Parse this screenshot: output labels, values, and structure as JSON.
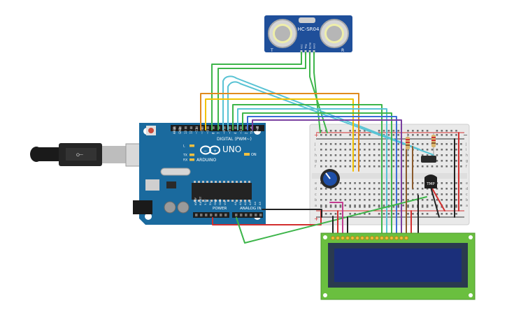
{
  "sensor": {
    "model": "HC-SR04",
    "pins": [
      "Vcc",
      "Trig",
      "Echo",
      "Gnd"
    ],
    "left_marks": "T",
    "right_marks": "R"
  },
  "arduino": {
    "logo": "ARDUINO",
    "board": "UNO",
    "digital_header": "DIGITAL (PWM~)",
    "digital_pins": [
      "AREF",
      "GND",
      "13",
      "12",
      "~11",
      "~10",
      "~9",
      "8",
      "7",
      "~6",
      "~5",
      "4",
      "~3",
      "2",
      "TX→1",
      "RX←0"
    ],
    "power_header": "POWER",
    "analog_header": "ANALOG IN",
    "power_pins": [
      "IOREF",
      "RESET",
      "3.3V",
      "5V",
      "GND",
      "GND",
      "Vin"
    ],
    "analog_pins": [
      "A0",
      "A1",
      "A2",
      "A3",
      "A4",
      "A5"
    ],
    "leds": [
      "L",
      "TX",
      "RX"
    ],
    "on_label": "ON"
  },
  "breadboard": {
    "row_letters_top": [
      "j",
      "i",
      "h",
      "g",
      "f"
    ],
    "row_letters_bottom": [
      "e",
      "d",
      "c",
      "b",
      "a"
    ],
    "rail_plus": "+",
    "rail_minus": "−"
  },
  "tmp_sensor": {
    "label": "TMP"
  },
  "lcd": {
    "pin_count": 16
  },
  "colors": {
    "arduino_blue": "#1a6a9e",
    "lcd_green": "#6abf3f",
    "lcd_screen": "#1b2f7a",
    "sensor_blue": "#1f4f9a",
    "wire_green": "#3db54a",
    "wire_orange": "#e08a1e",
    "wire_yellow": "#f2c200",
    "wire_cyan": "#59c3d4",
    "wire_purple": "#7a3fa0",
    "wire_red": "#d22e2e",
    "wire_black": "#222222",
    "wire_brown": "#8a5a2b",
    "wire_blue": "#3b6fd6"
  },
  "icons": [
    "usb-cable-icon",
    "potentiometer-icon",
    "reset-button-icon",
    "arduino-infinity-logo-icon"
  ]
}
